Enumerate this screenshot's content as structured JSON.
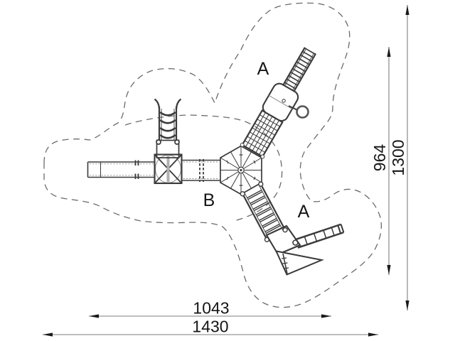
{
  "labels": {
    "section_top": "A",
    "section_lower": "A",
    "section_center": "B"
  },
  "dimensions": {
    "width_inner": "1043",
    "width_outer": "1430",
    "height_inner": "964",
    "height_outer": "1300"
  },
  "colors": {
    "line": "#3a3a3a",
    "dashed_outline": "#6b6b6b",
    "dimension_line": "#7d7d7d",
    "text": "#161616",
    "background": "#ffffff"
  }
}
